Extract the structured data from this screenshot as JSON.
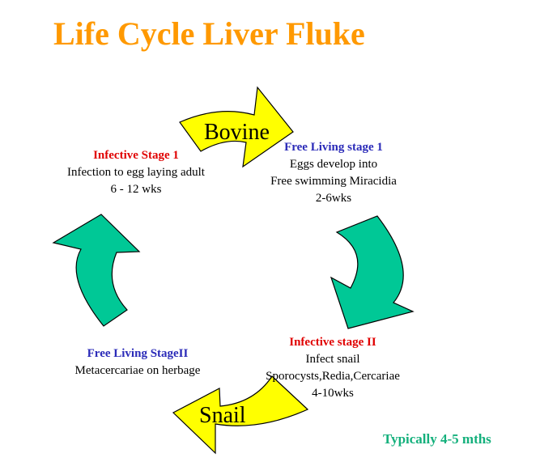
{
  "title": "Life Cycle Liver Fluke",
  "stages": {
    "infective_1": {
      "heading": "Infective Stage 1",
      "lines": [
        "Infection to egg laying adult",
        "6 - 12 wks"
      ]
    },
    "free_living_1": {
      "heading": "Free Living stage 1",
      "lines": [
        "Eggs develop into",
        "Free swimming Miracidia",
        "2-6wks"
      ]
    },
    "infective_2": {
      "heading": "Infective stage II",
      "lines": [
        "Infect snail",
        "Sporocysts,Redia,Cercariae",
        "4-10wks"
      ]
    },
    "free_living_2": {
      "heading": "Free Living StageII",
      "lines": [
        "Metacercariae on herbage"
      ]
    }
  },
  "hosts": {
    "bovine": "Bovine",
    "snail": "Snail"
  },
  "footer": "Typically  4-5 mths",
  "colors": {
    "title": "#ff9900",
    "host_arrow_fill": "#ffff00",
    "stage_arrow_fill": "#00c896",
    "infective_heading": "#e00000",
    "free_living_heading": "#2a2ab8",
    "footer": "#14b07c"
  }
}
